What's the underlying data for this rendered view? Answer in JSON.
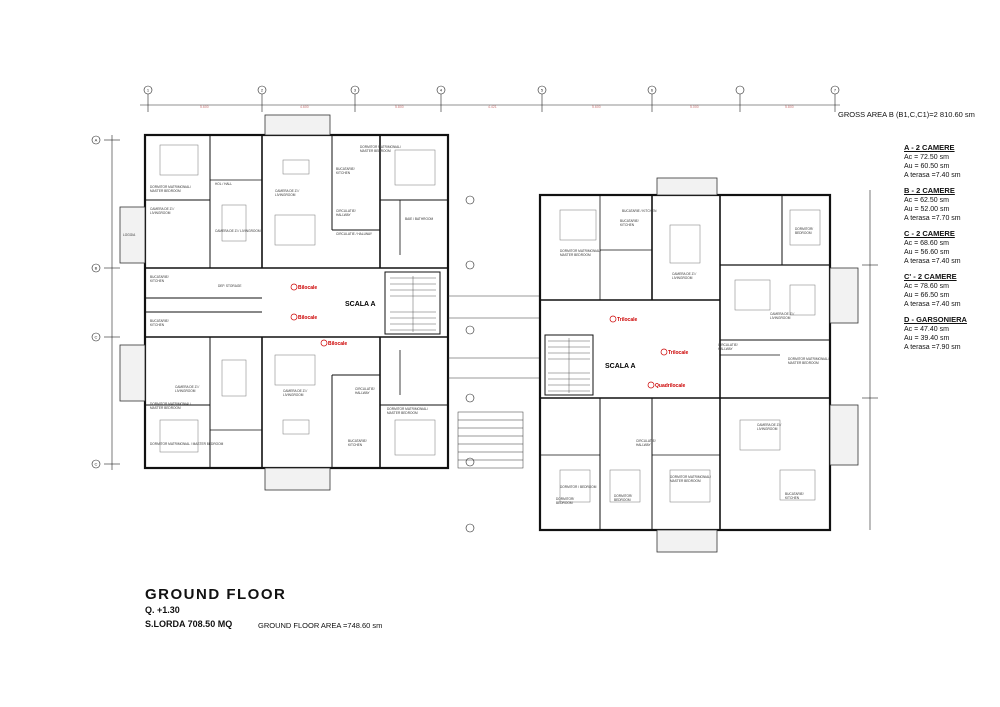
{
  "gross_area": "GROSS AREA B (B1,C,C1)=2 810.60 sm",
  "legend": [
    {
      "title": "A - 2 CAMERE",
      "rows": [
        "Ac = 72.50 sm",
        "Au = 60.50 sm",
        "A terasa =7.40 sm"
      ]
    },
    {
      "title": "B - 2 CAMERE",
      "rows": [
        "Ac = 62.50 sm",
        "Au = 52.00 sm",
        "A terasa =7.70 sm"
      ]
    },
    {
      "title": "C - 2 CAMERE",
      "rows": [
        "Ac = 68.60 sm",
        "Au = 56.60 sm",
        "A terasa =7.40 sm"
      ]
    },
    {
      "title": "C' - 2 CAMERE",
      "rows": [
        "Ac = 78.60 sm",
        "Au = 66.50 sm",
        "A terasa =7.40 sm"
      ]
    },
    {
      "title": "D - GARSONIERA",
      "rows": [
        "Ac = 47.40 sm",
        "Au = 39.40 sm",
        "A terasa =7.90 sm"
      ]
    }
  ],
  "floor": {
    "title": "GROUND   FLOOR",
    "quota": "Q. +1.30",
    "slorda": "S.LORDA 708.50 MQ",
    "area": "GROUND   FLOOR AREA =748.60 sm"
  },
  "stairs": {
    "left": "SCALA  A",
    "right": "SCALA  A"
  },
  "apt_labels": [
    "Bilocale",
    "Bilocale",
    "Bilocale",
    "Trilocale",
    "Trilocale",
    "Quadrilocale"
  ],
  "grid_axes_top": [
    "1",
    "2",
    "3",
    "4",
    "5",
    "6",
    "7"
  ],
  "grid_axes_side": [
    "A",
    "B",
    "C",
    "C"
  ],
  "rooms": [
    "CAMERA DE ZI / LIVINGROOM",
    "DORMITOR MATRIMONIAL / MASTER BEDROOM",
    "BUCATARIE / KITCHEN",
    "BAIE / BATHROOM",
    "CIRCULATIE / HALLWAY",
    "LOGGIA",
    "DEP. STORAGE",
    "HOL / HALL",
    "DORMITOR / BEDROOM"
  ]
}
